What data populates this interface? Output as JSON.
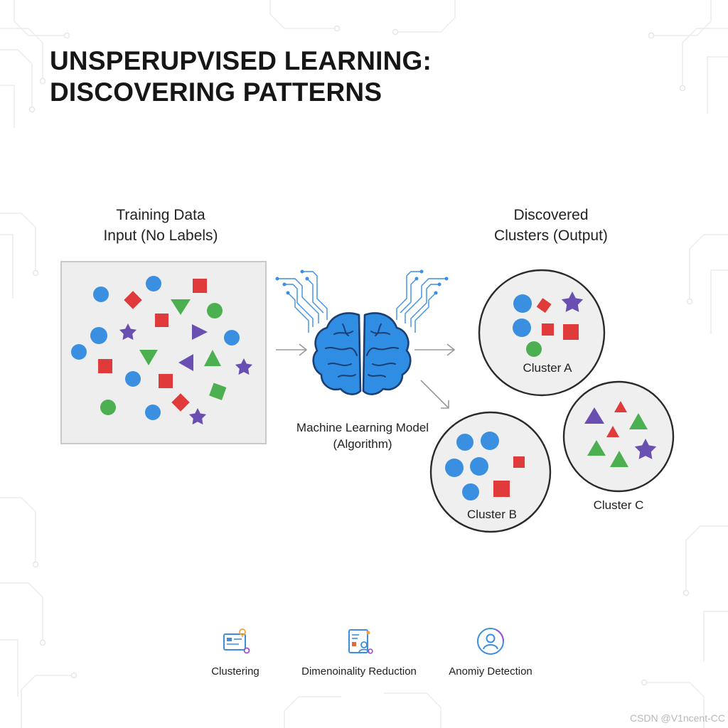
{
  "title": {
    "line1": "UNSPERUPVISED LEARNING:",
    "line2": "DISCOVERING PATTERNS"
  },
  "input_panel": {
    "label_line1": "Training Data",
    "label_line2": "Input (No Labels)"
  },
  "output_panel": {
    "label_line1": "Discovered",
    "label_line2": "Clusters (Output)"
  },
  "model": {
    "label_line1": "Machine Learning Model",
    "label_line2": "(Algorithm)",
    "icon": "brain-icon"
  },
  "clusters": [
    {
      "name": "Cluster A"
    },
    {
      "name": "Cluster B"
    },
    {
      "name": "Cluster C"
    }
  ],
  "features": [
    {
      "label": "Clustering",
      "icon": "clustering-icon"
    },
    {
      "label": "Dimenoinality Reduction",
      "icon": "dimensionality-reduction-icon"
    },
    {
      "label": "Anomiy Detection",
      "icon": "anomaly-detection-icon"
    }
  ],
  "watermark": "CSDN @V1ncent-CC",
  "colors": {
    "blue": "#3b8fe0",
    "red": "#e03a3a",
    "green": "#4caf50",
    "purple": "#6a4fb3",
    "brain": "#2f8de3",
    "panel_bg": "#eeeeee"
  }
}
